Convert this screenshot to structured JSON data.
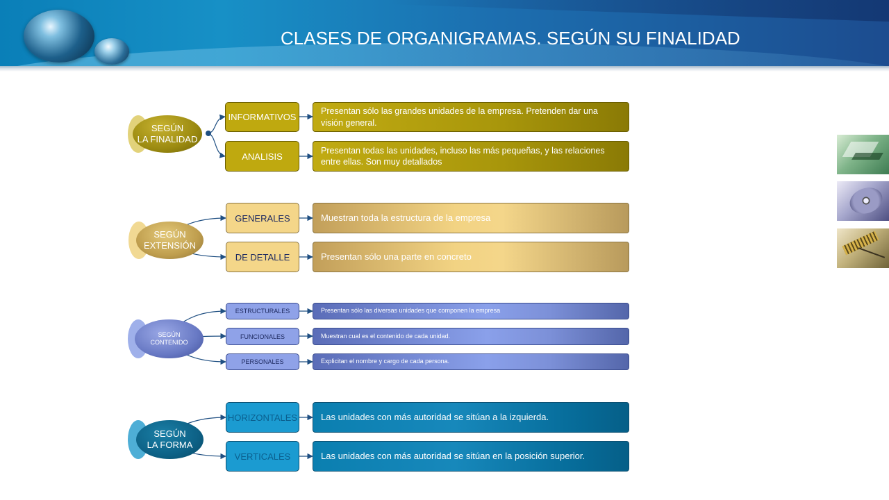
{
  "page": {
    "title": "CLASES DE ORGANIGRAMAS. SEGÚN SU FINALIDAD"
  },
  "groups": [
    {
      "root": "SEGÚN\nLA FINALIDAD",
      "color": "#bfa90f",
      "children": [
        {
          "label": "INFORMATIVOS",
          "description": "Presentan sólo las grandes unidades de la empresa. Pretenden dar una visión general."
        },
        {
          "label": "ANALISIS",
          "description": "Presentan todas las unidades, incluso las más pequeñas, y las relaciones entre ellas. Son muy detallados"
        }
      ]
    },
    {
      "root": "SEGÚN\nEXTENSIÓN",
      "color": "#f4d689",
      "children": [
        {
          "label": "GENERALES",
          "description": "Muestran toda la estructura de la empresa"
        },
        {
          "label": "DE DETALLE",
          "description": "Presentan sólo una parte en concreto"
        }
      ]
    },
    {
      "root": "SEGÚN\nCONTENIDO",
      "color": "#8fa2e8",
      "children": [
        {
          "label": "ESTRUCTURALES",
          "description": "Presentan sólo las diversas unidades que componen la empresa"
        },
        {
          "label": "FUNCIONALES",
          "description": "Muestran cual es el contenido de cada unidad."
        },
        {
          "label": "PERSONALES",
          "description": "Explicitan el nombre y cargo de cada persona."
        }
      ]
    },
    {
      "root": "SEGÚN\nLA FORMA",
      "color": "#1b9bd1",
      "children": [
        {
          "label": "HORIZONTALES",
          "description": "Las unidades con más autoridad se sitúan a la izquierda."
        },
        {
          "label": "VERTICALES",
          "description": "Las unidades con más autoridad se sitúan en la posición superior."
        }
      ]
    }
  ],
  "icons": [
    "glass-bubble-icon",
    "glass-bubble-icon",
    "abstract-green-photo",
    "cd-disc-photo",
    "circuit-board-photo"
  ]
}
